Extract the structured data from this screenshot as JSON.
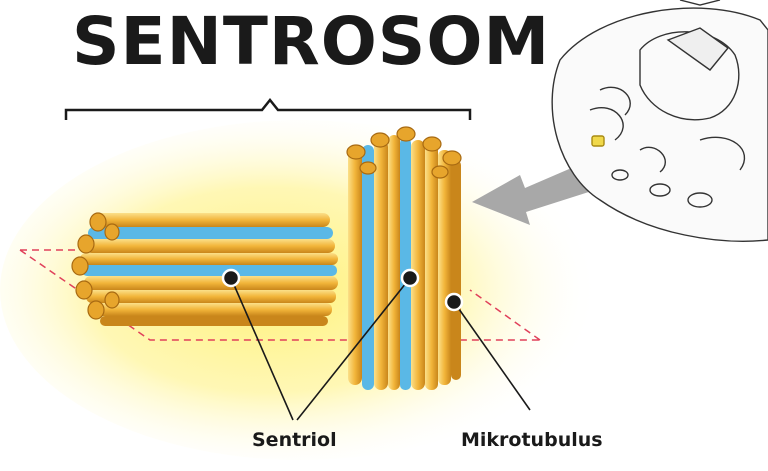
{
  "title": "SENTROSOM",
  "labels": {
    "sentriol": "Sentriol",
    "mikrotubulus": "Mikrotubulus"
  },
  "colors": {
    "tube_gold": "#f2b53a",
    "tube_light": "#fbe08a",
    "tube_dark": "#c9861b",
    "tube_blue": "#5ab8e6",
    "glow_yellow": "#fff27a",
    "plane_dashes": "#e0405a",
    "arrow_gray": "#a8a8a8",
    "ink": "#1a1a1a"
  }
}
